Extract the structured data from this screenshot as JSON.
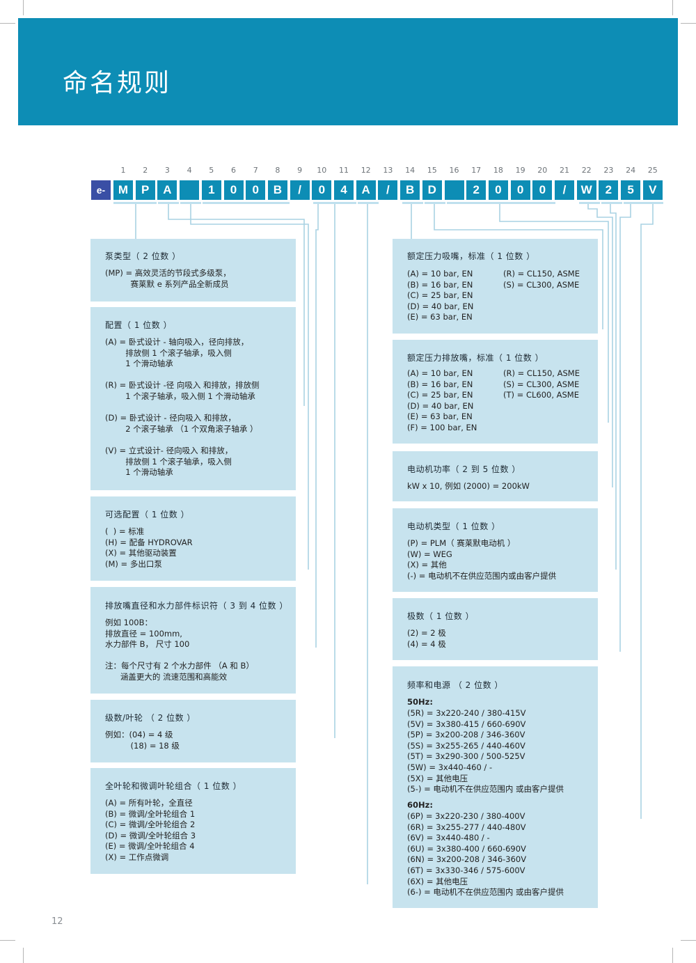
{
  "header": {
    "title": "命名规则"
  },
  "code": {
    "positions": [
      "1",
      "2",
      "3",
      "4",
      "5",
      "6",
      "7",
      "8",
      "9",
      "10",
      "11",
      "12",
      "13",
      "14",
      "15",
      "16",
      "17",
      "18",
      "19",
      "20",
      "21",
      "22",
      "23",
      "24",
      "25"
    ],
    "prefix": "e-",
    "chars": [
      "M",
      "P",
      "A",
      "",
      "1",
      "0",
      "0",
      "B",
      "/",
      "0",
      "4",
      "A",
      "/",
      "B",
      "D",
      "",
      "2",
      "0",
      "0",
      "0",
      "/",
      "W",
      "2",
      "5",
      "V"
    ]
  },
  "boxes": {
    "pump_type": {
      "title": "泵类型（ 2 位数 ）",
      "body": "(MP) = 高效灵活的节段式多级泵，\n          赛莱默 e 系列产品全新成员"
    },
    "configuration": {
      "title": "配置（ 1 位数 ）",
      "body": "(A) = 卧式设计 - 轴向吸入，径向排放，\n        排放侧 1 个滚子轴承，吸入侧\n        1 个滑动轴承\n\n(R) = 卧式设计 -径 向吸入 和排放，排放侧\n        1 个滚子轴承，吸入侧 1 个滑动轴承\n\n(D) = 卧式设计 - 径向吸入 和排放，\n        2 个滚子轴承 （1 个双角滚子轴承 ）\n\n(V) = 立式设计- 径向吸入 和排放，\n        排放侧 1 个滚子轴承，吸入侧\n        1 个滑动轴承"
    },
    "optional_config": {
      "title": "可选配置（ 1 位数 ）",
      "body": "(  ) = 标准\n(H) = 配备 HYDROVAR\n(X) = 其他驱动装置\n(M) = 多出口泵"
    },
    "discharge_hydraulic": {
      "title": "排放嘴直径和水力部件标识符（ 3 到 4 位数 ）",
      "body": "例如 100B：\n排放直径 = 100mm,\n水力部件 B， 尺寸 100\n\n注：每个尺寸有 2 个水力部件 （A 和 B）\n      涵盖更大的 流速范围和高能效"
    },
    "stages_impellers": {
      "title": "级数/叶轮 （ 2 位数 ）",
      "body": "例如：(04) = 4 级\n          (18) = 18 级"
    },
    "impeller_combo": {
      "title": "全叶轮和微调叶轮组合（ 1 位数 ）",
      "body": "(A) = 所有叶轮，全直径\n(B) = 微调/全叶轮组合 1\n(C) = 微调/全叶轮组合 2\n(D) = 微调/全叶轮组合 3\n(E) = 微调/全叶轮组合 4\n(X) = 工作点微调"
    },
    "suction_rating": {
      "title": "额定压力吸嘴，标准（ 1 位数 ）",
      "body": "(A) = 10 bar, EN\n(B) = 16 bar, EN\n(C) = 25 bar, EN\n(D) = 40 bar, EN\n(E) = 63 bar, EN",
      "col2": "(R) = CL150, ASME\n(S) = CL300, ASME"
    },
    "discharge_rating": {
      "title": "额定压力排放嘴，标准（ 1 位数 ）",
      "body": "(A) = 10 bar, EN\n(B) = 16 bar, EN\n(C) = 25 bar, EN\n(D) = 40 bar, EN\n(E) = 63 bar, EN\n(F) = 100 bar, EN",
      "col2": "(R) = CL150, ASME\n(S) = CL300, ASME\n(T) = CL600, ASME"
    },
    "motor_power": {
      "title": "电动机功率（ 2 到 5 位数 ）",
      "body": "kW x 10, 例如 (2000) = 200kW"
    },
    "motor_type": {
      "title": "电动机类型（ 1 位数 ）",
      "body": "(P) = PLM（ 赛莱默电动机 ）\n(W) = WEG\n(X) = 其他\n(-) = 电动机不在供应范围内或由客户提供"
    },
    "poles": {
      "title": "极数（ 1 位数 ）",
      "body": "(2) = 2 极\n(4) = 4 极"
    },
    "frequency": {
      "title": "频率和电源 （ 2 位数 ）",
      "hz50": "50Hz:",
      "body50": "(5R) = 3x220-240 / 380-415V\n(5V) = 3x380-415 / 660-690V\n(5P) = 3x200-208 / 346-360V\n(5S) = 3x255-265 / 440-460V\n(5T) = 3x290-300 / 500-525V\n(5W) = 3x440-460 / -\n(5X) = 其他电压\n(5-) = 电动机不在供应范围内 或由客户提供",
      "hz60": "60Hz:",
      "body60": "(6P) = 3x220-230 / 380-400V\n(6R) = 3x255-277 / 440-480V\n(6V) = 3x440-480 / -\n(6U) = 3x380-400 / 660-690V\n(6N) = 3x200-208 / 346-360V\n(6T) = 3x330-346 / 575-600V\n(6X) = 其他电压\n(6-) = 电动机不在供应范围内 或由客户提供"
    }
  },
  "page_number": "12"
}
